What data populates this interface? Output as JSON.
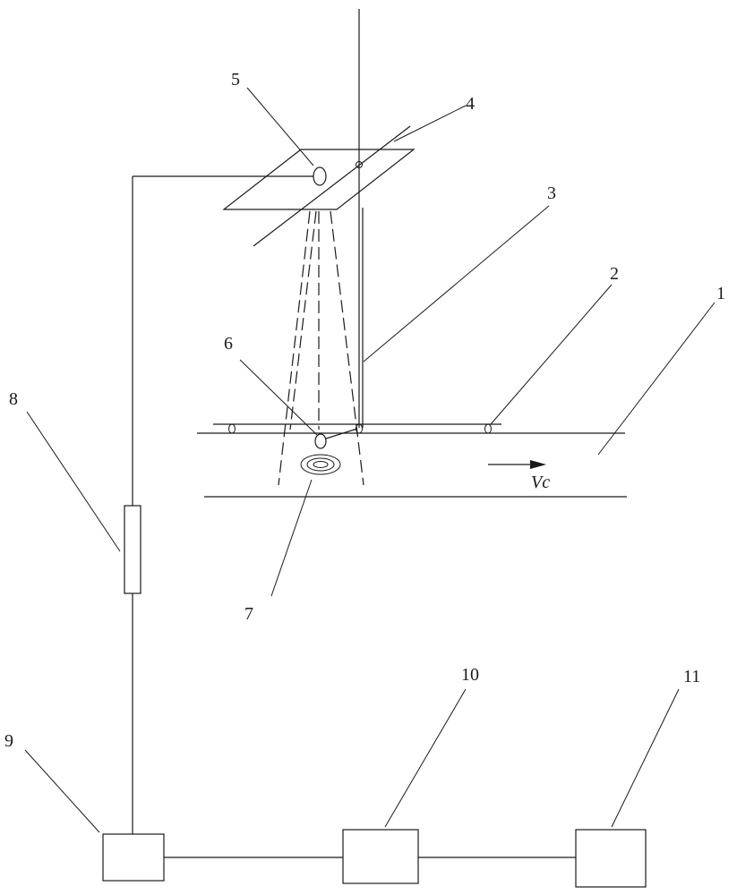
{
  "labels": {
    "l1": "1",
    "l2": "2",
    "l3": "3",
    "l4": "4",
    "l5": "5",
    "l6": "6",
    "l7": "7",
    "l8": "8",
    "l9": "9",
    "l10": "10",
    "l11": "11"
  },
  "velocity_label": "Vc"
}
